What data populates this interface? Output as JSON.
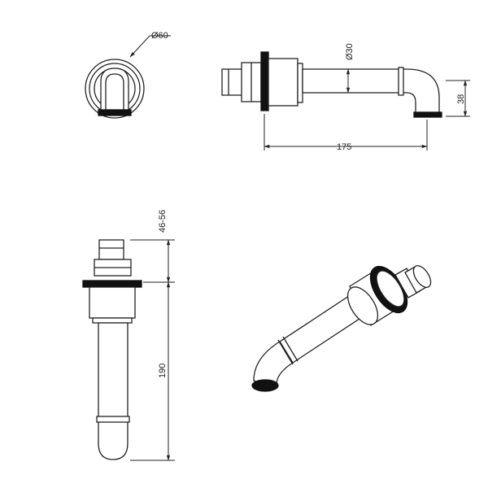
{
  "dimensions": {
    "flange_diameter": "Ø60",
    "pipe_diameter": "Ø30",
    "projection": "175",
    "outlet_drop": "38",
    "wall_thickness": "46-56",
    "body_length": "190"
  }
}
